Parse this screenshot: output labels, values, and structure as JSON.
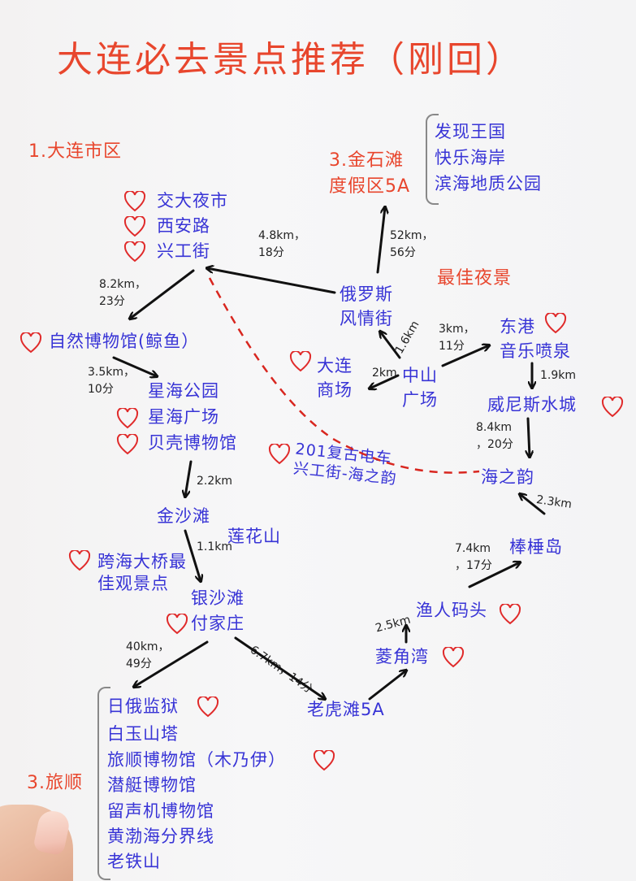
{
  "title": "大连必去景点推荐（刚回）",
  "sections": {
    "city": "1.大连市区",
    "jinshitan": "3.金石滩\n度假区5A",
    "lushun": "3.旅顺",
    "best_night": "最佳夜景"
  },
  "jinshitan_list": [
    "发现王国",
    "快乐海岸",
    "滨海地质公园"
  ],
  "places": {
    "jiaoda": "交大夜市",
    "xian": "西安路",
    "xinggong": "兴工街",
    "eluosi": "俄罗斯\n风情街",
    "dalian_mall": "大连\n商场",
    "zhongshan": "中山\n广场",
    "donggang": "东港\n音乐喷泉",
    "weinisi": "威尼斯水城",
    "haizhiyun": "海之韵",
    "tram": "201复古电车\n兴工街-海之韵",
    "ziran": "自然博物馆(鲸鱼）",
    "xinghai_park": "星海公园",
    "xinghai_square": "星海广场",
    "beike": "贝壳博物馆",
    "jinshatan": "金沙滩",
    "lianhuashan": "莲花山",
    "bridge": "跨海大桥最\n佳观景点",
    "yinshatan": "银沙滩",
    "fujiazhuang": "付家庄",
    "laohutan": "老虎滩5A",
    "lingjiaowan": "菱角湾",
    "yuren": "渔人码头",
    "bangchui": "棒棰岛"
  },
  "lushun_list": [
    "日俄监狱",
    "白玉山塔",
    "旅顺博物馆（木乃伊）",
    "潜艇博物馆",
    "留声机博物馆",
    "黄渤海分界线",
    "老铁山"
  ],
  "distances": {
    "d1": "4.8km，\n18分",
    "d2": "52km，\n56分",
    "d3": "8.2km，\n23分",
    "d4": "1.6km",
    "d5": "3km，\n11分",
    "d6": "2km",
    "d7": "1.9km",
    "d8": "3.5km，\n10分",
    "d9": "8.4km\n，20分",
    "d10": "2.2km",
    "d11": "2.3km",
    "d12": "1.1km",
    "d13": "7.4km\n，17分",
    "d14": "2.5km",
    "d15": "40km，\n49分",
    "d16": "6.7km，14分"
  },
  "colors": {
    "red": "#e8462d",
    "blue": "#3834d6",
    "arrow": "#111111",
    "dash": "#d8261f"
  }
}
